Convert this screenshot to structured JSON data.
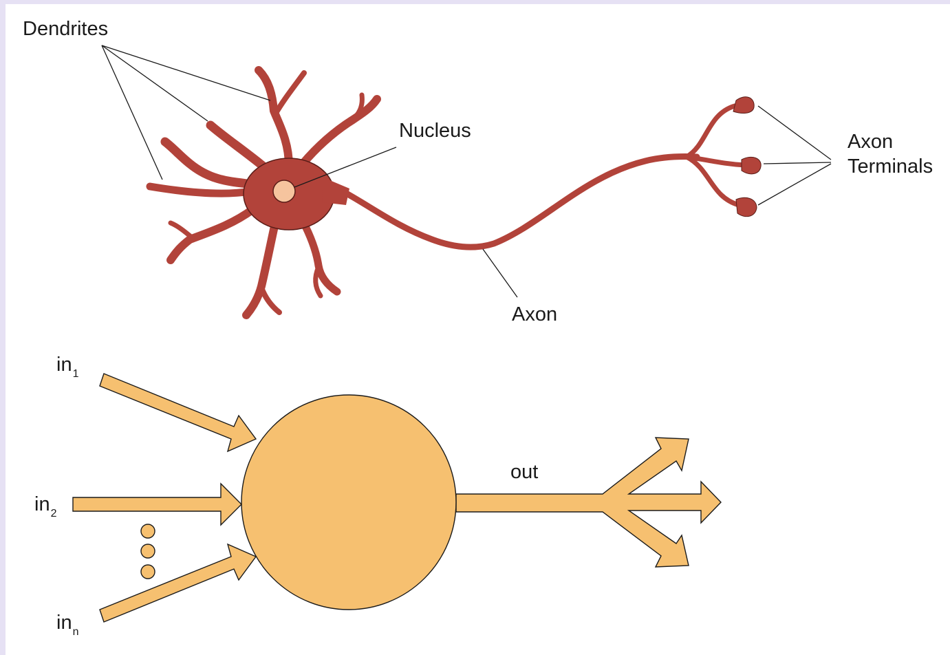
{
  "biological_neuron": {
    "labels": {
      "dendrites": "Dendrites",
      "nucleus": "Nucleus",
      "axon": "Axon",
      "axon_terminals_line1": "Axon",
      "axon_terminals_line2": "Terminals"
    }
  },
  "artificial_neuron": {
    "inputs": [
      {
        "base": "in",
        "sub": "1"
      },
      {
        "base": "in",
        "sub": "2"
      },
      {
        "base": "in",
        "sub": "n"
      }
    ],
    "output_label": "out"
  },
  "colors": {
    "page_border": "#e6e1f4",
    "background": "#ffffff",
    "neuron_fill": "#b2433a",
    "neuron_stroke": "#5a1d18",
    "nucleus_fill": "#f6c49e",
    "artificial_fill": "#f6c070",
    "outline": "#1a1a1a"
  }
}
